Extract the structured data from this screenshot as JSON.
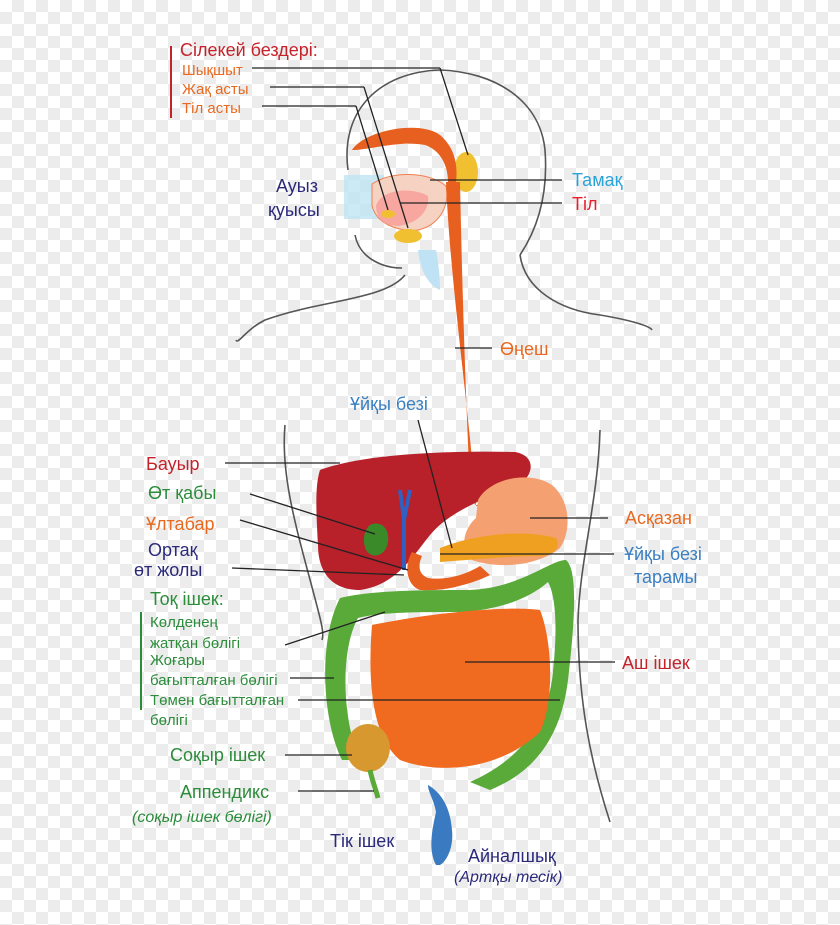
{
  "colors": {
    "dark_red": "#c4232c",
    "orange": "#e8691f",
    "green": "#2b8c3a",
    "navy": "#2b2a7a",
    "blue": "#3a7fc1",
    "cyan": "#2aa3d8",
    "red": "#e8202a"
  },
  "labels": {
    "salivary_title": "Сілекей бездері:",
    "parotid": "Шықшыт",
    "submandibular": "Жақ асты",
    "sublingual": "Тіл асты",
    "mouth_1": "Ауыз",
    "mouth_2": "қуысы",
    "pharynx": "Тамақ",
    "tongue": "Тіл",
    "esophagus": "Өңеш",
    "pancreas": "Ұйқы безі",
    "liver": "Бауыр",
    "gallbladder": "Өт қабы",
    "duodenum": "Ұлтабар",
    "bile_duct_1": "Ортақ",
    "bile_duct_2": "өт жолы",
    "stomach": "Асқазан",
    "pancreatic_duct_1": "Ұйқы безі",
    "pancreatic_duct_2": "тарамы",
    "colon_title": "Тоқ ішек:",
    "transverse_1": "Көлденең",
    "transverse_2": "жатқан бөлігі",
    "ascending_1": "Жоғары",
    "ascending_2": "бағытталған бөлігі",
    "descending_1": "Төмен бағытталған",
    "descending_2": "бөлігі",
    "small_intestine": "Аш ішек",
    "cecum": "Соқыр ішек",
    "appendix_1": "Аппендикс",
    "appendix_2": "(соқыр ішек бөлігі)",
    "rectum": "Тік ішек",
    "anus_1": "Айналшық",
    "anus_2": "(Артқы тесік)"
  }
}
